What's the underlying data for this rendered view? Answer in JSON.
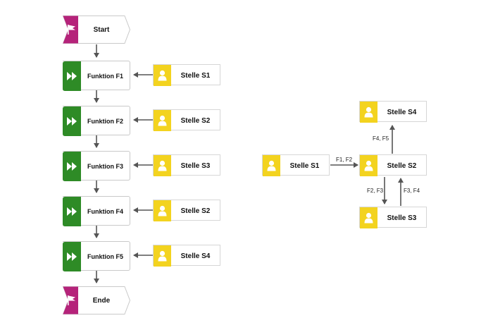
{
  "flow": {
    "start_label": "Start",
    "end_label": "Ende",
    "functions": [
      "Funktion F1",
      "Funktion F2",
      "Funktion F3",
      "Funktion F4",
      "Funktion F5"
    ],
    "roles": [
      "Stelle S1",
      "Stelle S2",
      "Stelle S3",
      "Stelle S2",
      "Stelle S4"
    ]
  },
  "org": {
    "s1": "Stelle S1",
    "s2": "Stelle S2",
    "s3": "Stelle S3",
    "s4": "Stelle S4",
    "edge_s1_s2": "F1, F2",
    "edge_s2_s4": "F4, F5",
    "edge_s2_s3": "F2, F3",
    "edge_s3_s2": "F3, F4"
  },
  "colors": {
    "event": "#b5237a",
    "function": "#2e8b26",
    "role": "#f3d31f",
    "arrow": "#555555"
  },
  "icons": {
    "event": "flag-icon",
    "function": "fast-forward-icon",
    "role": "person-icon"
  }
}
